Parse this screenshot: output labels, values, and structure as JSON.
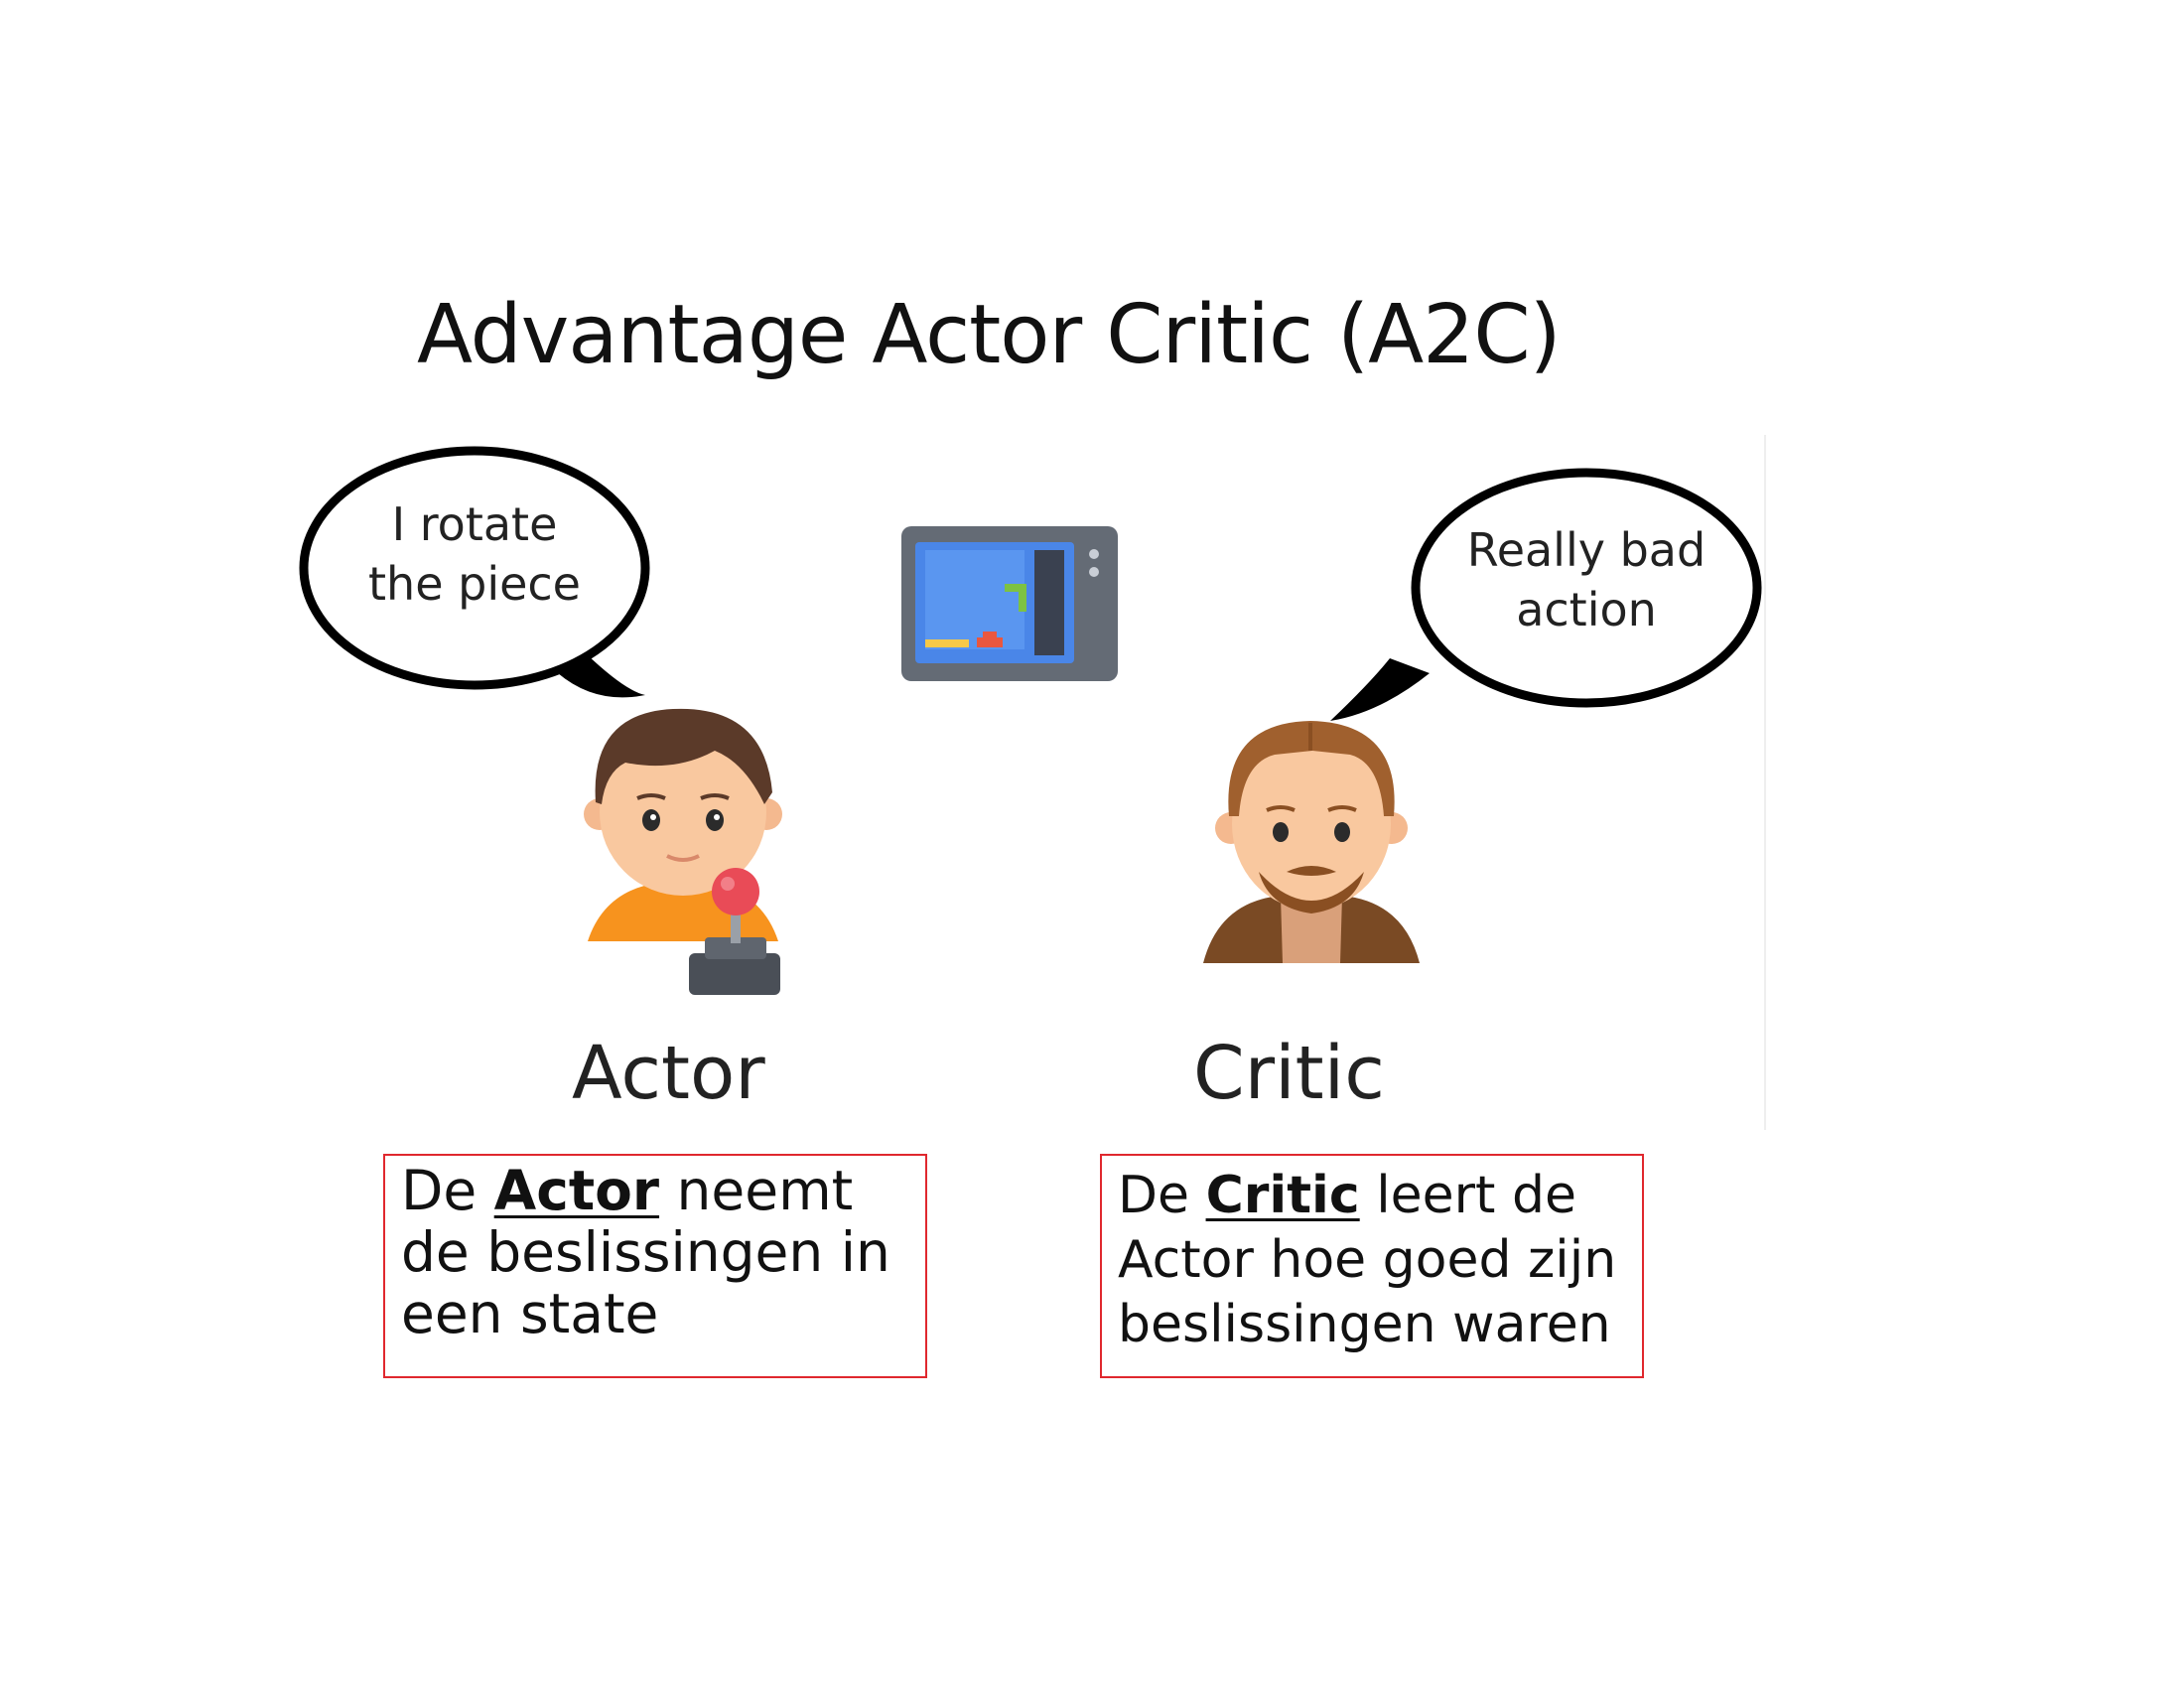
{
  "title": "Advantage Actor Critic (A2C)",
  "actor": {
    "speech_line1": "I rotate",
    "speech_line2": "the piece",
    "label": "Actor",
    "desc_prefix": "De ",
    "desc_bold": "Actor",
    "desc_rest": " neemt de beslissingen in een state"
  },
  "critic": {
    "speech_line1": "Really bad",
    "speech_line2": "action",
    "label": "Critic",
    "desc_prefix": "De ",
    "desc_bold": "Critic",
    "desc_rest": " leert de Actor hoe goed zijn beslissingen waren"
  },
  "icons": {
    "game": "arcade-screen-icon",
    "actor_avatar": "player-with-joystick-icon",
    "critic_avatar": "bearded-man-icon",
    "actor_bubble": "speech-bubble-icon",
    "critic_bubble": "speech-bubble-icon"
  },
  "colors": {
    "box_border": "#e0282e",
    "screen_blue": "#4a86e8",
    "actor_shirt": "#f7931e",
    "joystick_red": "#e94b57"
  }
}
